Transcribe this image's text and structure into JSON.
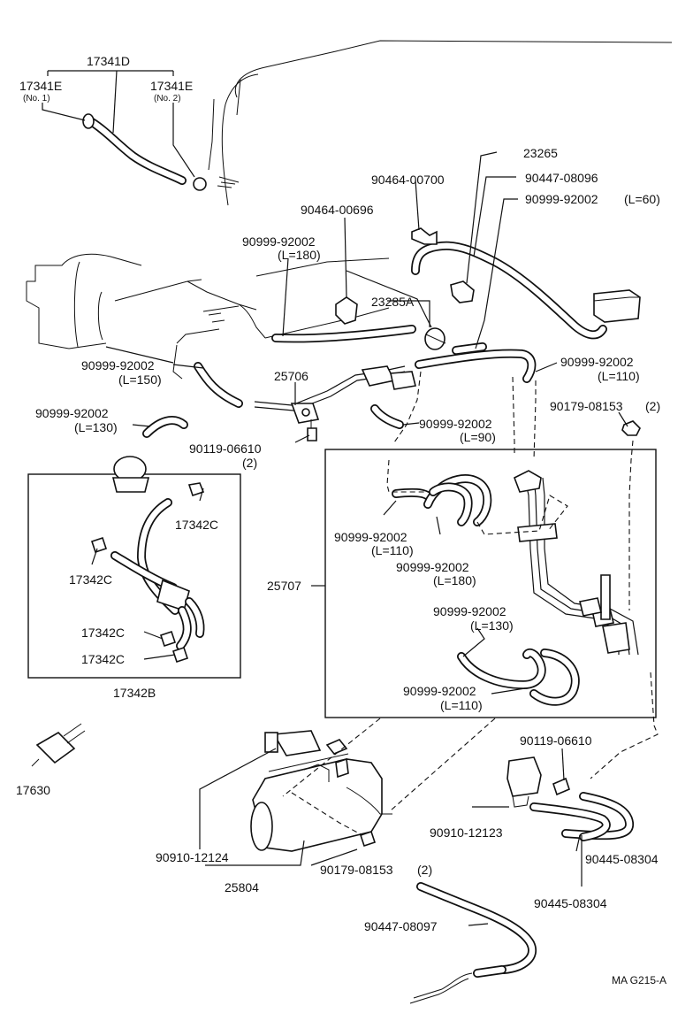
{
  "diagram": {
    "ref_code": "MA G215-A",
    "labels": {
      "p17341D": "17341D",
      "p17341E_1": "17341E",
      "p17341E_1_sub": "(No. 1)",
      "p17341E_2": "17341E",
      "p17341E_2_sub": "(No. 2)",
      "p23265": "23265",
      "p90464_00700": "90464-00700",
      "p90447_08096": "90447-08096",
      "p90999_l60": "90999-92002",
      "p90999_l60_len": "(L=60)",
      "p90464_00696": "90464-00696",
      "p90999_l180a": "90999-92002",
      "p90999_l180a_len": "(L=180)",
      "p23285A": "23285A",
      "p90999_l150": "90999-92002",
      "p90999_l150_len": "(L=150)",
      "p25706": "25706",
      "p90999_l110a": "90999-92002",
      "p90999_l110a_len": "(L=110)",
      "p90179_a": "90179-08153",
      "p90179_a_qty": "(2)",
      "p90999_l130a": "90999-92002",
      "p90999_l130a_len": "(L=130)",
      "p90999_l90": "90999-92002",
      "p90999_l90_len": "(L=90)",
      "p90119_a": "90119-06610",
      "p90119_a_qty": "(2)",
      "p17342C_1": "17342C",
      "p17342C_2": "17342C",
      "p17342C_3": "17342C",
      "p17342C_4": "17342C",
      "p17342B": "17342B",
      "p90999_l110b": "90999-92002",
      "p90999_l110b_len": "(L=110)",
      "p90999_l180b": "90999-92002",
      "p90999_l180b_len": "(L=180)",
      "p25707": "25707",
      "p90999_l130b": "90999-92002",
      "p90999_l130b_len": "(L=130)",
      "p90999_l110c": "90999-92002",
      "p90999_l110c_len": "(L=110)",
      "p17630": "17630",
      "p90119_b": "90119-06610",
      "p90910_12123": "90910-12123",
      "p90445_a": "90445-08304",
      "p90445_b": "90445-08304",
      "p90910_12124": "90910-12124",
      "p90179_b": "90179-08153",
      "p90179_b_qty": "(2)",
      "p25804": "25804",
      "p90447_08097": "90447-08097"
    }
  }
}
